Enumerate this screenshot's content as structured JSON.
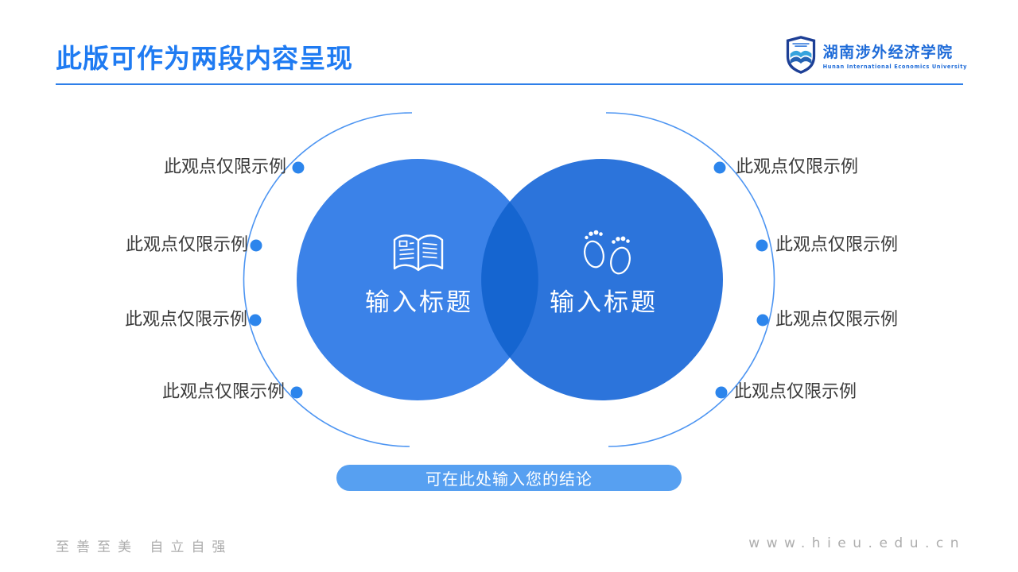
{
  "slide": {
    "title": "此版可作为两段内容呈现",
    "logo": {
      "name_cn": "湖南涉外经济学院",
      "name_en": "Hunan International Economics University",
      "shield_icon": "university-shield-icon"
    },
    "venn": {
      "left_title": "输入标题",
      "left_icon": "book-icon",
      "right_title": "输入标题",
      "right_icon": "footprints-icon"
    },
    "points_left": [
      "此观点仅限示例",
      "此观点仅限示例",
      "此观点仅限示例",
      "此观点仅限示例"
    ],
    "points_right": [
      "此观点仅限示例",
      "此观点仅限示例",
      "此观点仅限示例",
      "此观点仅限示例"
    ],
    "conclusion": "可在此处输入您的结论",
    "footer": {
      "motto": "至善至美  自立自强",
      "website": "www.hieu.edu.cn"
    },
    "colors": {
      "title": "#1f7bf2",
      "divider": "#2e7fe9",
      "arc": "#4d95f2",
      "dot": "#2c85ec",
      "circle_left": "#3b82e8",
      "circle_right": "#2c74db",
      "overlap": "#1565d0",
      "pill": "#57a0f1",
      "label": "#3a3a3a",
      "footer": "#adadad",
      "logo_text": "#1e6bd8",
      "shield": "#1d3f96",
      "swoosh_light": "#35a3de",
      "swoosh_mid": "#2563b4"
    }
  }
}
